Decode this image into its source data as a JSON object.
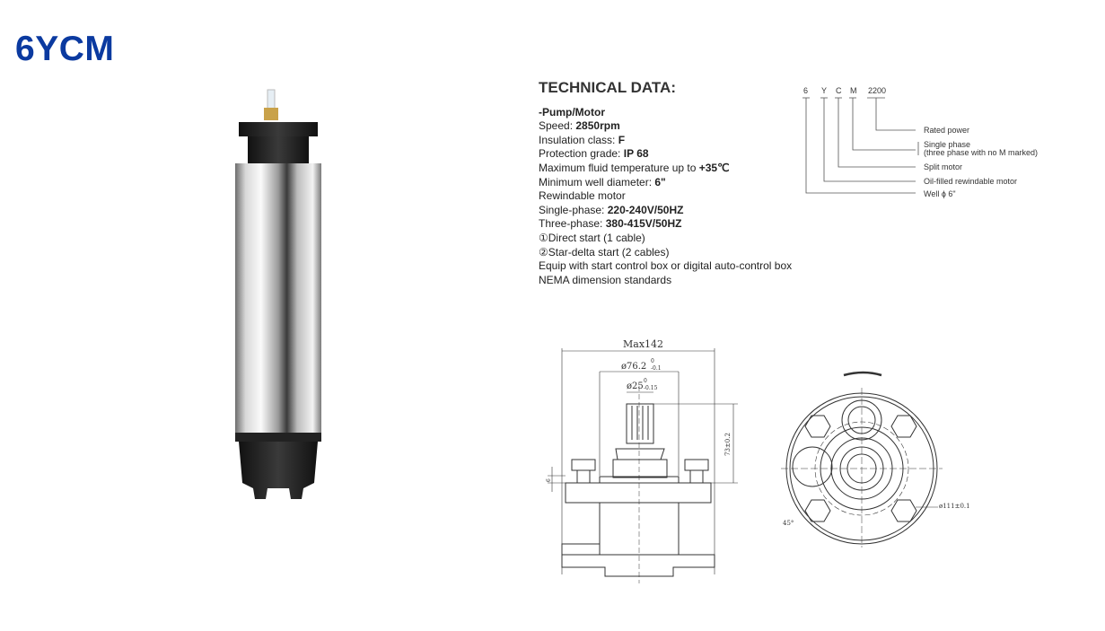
{
  "title": "6YCM",
  "technical": {
    "heading": "TECHNICAL DATA:",
    "section": "-Pump/Motor",
    "lines": [
      {
        "label": "Speed: ",
        "value": "2850rpm"
      },
      {
        "label": "Insulation class: ",
        "value": "F"
      },
      {
        "label": "Protection grade: ",
        "value": "IP 68"
      },
      {
        "label": "Maximum fluid temperature up to ",
        "value": "+35℃"
      },
      {
        "label": "Minimum well diameter: ",
        "value": "6\""
      },
      {
        "label": "Rewindable motor",
        "value": ""
      },
      {
        "label": "Single-phase: ",
        "value": "220-240V/50HZ"
      },
      {
        "label": "Three-phase: ",
        "value": "380-415V/50HZ"
      },
      {
        "label": "①Direct start (1 cable)",
        "value": ""
      },
      {
        "label": "②Star-delta start (2 cables)",
        "value": ""
      },
      {
        "label": "Equip with start control box or digital auto-control box",
        "value": ""
      },
      {
        "label": "NEMA dimension standards",
        "value": ""
      }
    ]
  },
  "model_code": {
    "parts": [
      "6",
      "Y",
      "C",
      "M",
      "2200"
    ],
    "meanings": [
      "Rated power",
      "Single phase",
      "(three phase with no M marked)",
      "Split motor",
      "Oil-filled rewindable motor",
      "Well ϕ 6\""
    ]
  },
  "drawing": {
    "max_width": "Max142",
    "flange_dia": "ø76.2",
    "flange_tol_upper": "0",
    "flange_tol_lower": "-0.1",
    "shaft_dia": "ø25",
    "shaft_tol_upper": "0",
    "shaft_tol_lower": "-0.15",
    "shaft_height": "73±0.2",
    "small_dim": "6",
    "bolt_circle": "ø111±0.1",
    "angle": "45°"
  }
}
